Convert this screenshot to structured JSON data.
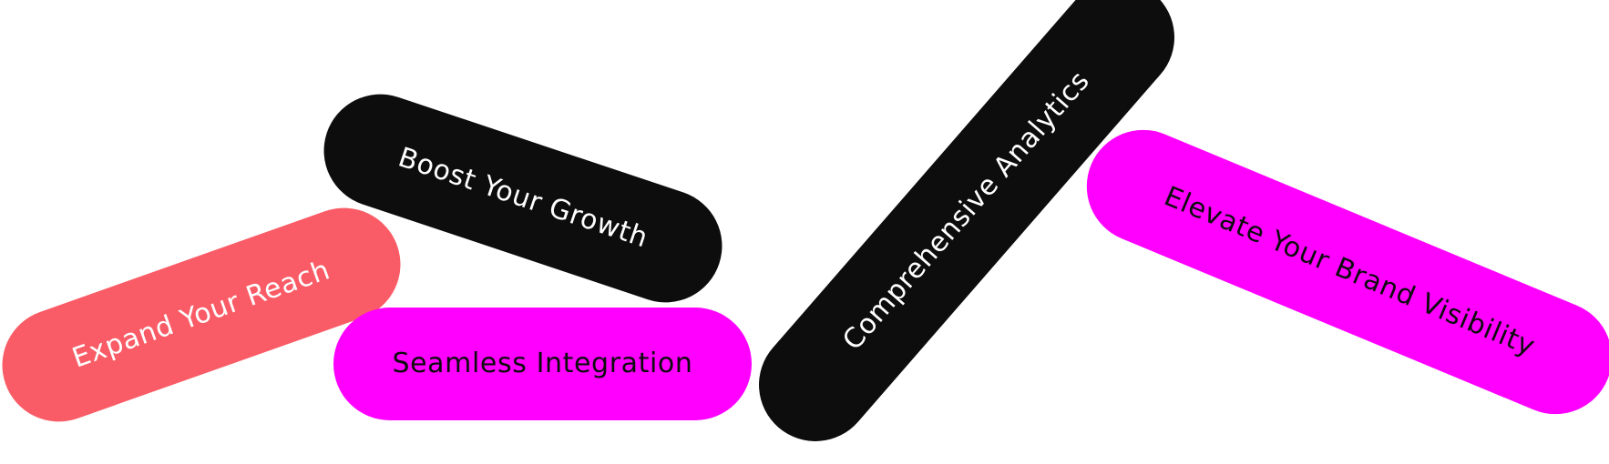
{
  "pills": {
    "analytics": {
      "label": "Comprehensive Analytics",
      "color": "#0d0d0d"
    },
    "brand": {
      "label": "Elevate Your Brand Visibility",
      "color": "#ff00ff"
    },
    "boost": {
      "label": "Boost Your Growth",
      "color": "#0d0d0d"
    },
    "reach": {
      "label": "Expand Your Reach",
      "color": "#f95c66"
    },
    "integration": {
      "label": "Seamless Integration",
      "color": "#ff00ff"
    }
  }
}
